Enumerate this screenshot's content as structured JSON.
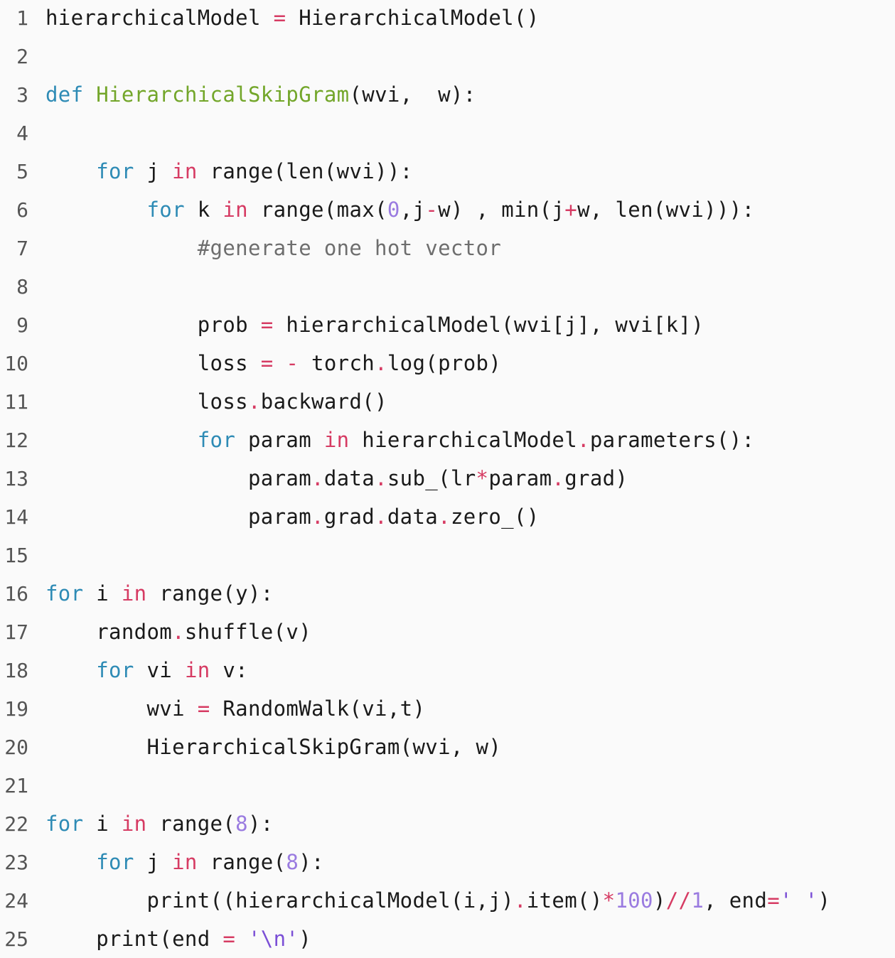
{
  "colors": {
    "background": "#fafafa",
    "line_number": "#555555",
    "text": "#1a1a1a",
    "keyword": "#2e8bb5",
    "operator": "#d63b63",
    "function_name": "#73a62a",
    "number": "#9a7be0",
    "string": "#7b4fd6",
    "comment": "#6e6e6e"
  },
  "lines": [
    {
      "n": "1",
      "tokens": [
        [
          "tx",
          "hierarchicalModel "
        ],
        [
          "op",
          "="
        ],
        [
          "tx",
          " HierarchicalModel()"
        ]
      ]
    },
    {
      "n": "2",
      "tokens": []
    },
    {
      "n": "3",
      "tokens": [
        [
          "kw",
          "def"
        ],
        [
          "tx",
          " "
        ],
        [
          "fn",
          "HierarchicalSkipGram"
        ],
        [
          "tx",
          "(wvi,  w):"
        ]
      ]
    },
    {
      "n": "4",
      "tokens": []
    },
    {
      "n": "5",
      "tokens": [
        [
          "tx",
          "    "
        ],
        [
          "kw",
          "for"
        ],
        [
          "tx",
          " j "
        ],
        [
          "op",
          "in"
        ],
        [
          "tx",
          " range(len(wvi)):"
        ]
      ]
    },
    {
      "n": "6",
      "tokens": [
        [
          "tx",
          "        "
        ],
        [
          "kw",
          "for"
        ],
        [
          "tx",
          " k "
        ],
        [
          "op",
          "in"
        ],
        [
          "tx",
          " range(max("
        ],
        [
          "num",
          "0"
        ],
        [
          "tx",
          ",j"
        ],
        [
          "op",
          "-"
        ],
        [
          "tx",
          "w) , min(j"
        ],
        [
          "op",
          "+"
        ],
        [
          "tx",
          "w, len(wvi))):"
        ]
      ]
    },
    {
      "n": "7",
      "tokens": [
        [
          "tx",
          "            "
        ],
        [
          "cm",
          "#generate one hot vector"
        ]
      ]
    },
    {
      "n": "8",
      "tokens": []
    },
    {
      "n": "9",
      "tokens": [
        [
          "tx",
          "            prob "
        ],
        [
          "op",
          "="
        ],
        [
          "tx",
          " hierarchicalModel(wvi[j], wvi[k])"
        ]
      ]
    },
    {
      "n": "10",
      "tokens": [
        [
          "tx",
          "            loss "
        ],
        [
          "op",
          "="
        ],
        [
          "tx",
          " "
        ],
        [
          "op",
          "-"
        ],
        [
          "tx",
          " torch"
        ],
        [
          "op",
          "."
        ],
        [
          "tx",
          "log(prob)"
        ]
      ]
    },
    {
      "n": "11",
      "tokens": [
        [
          "tx",
          "            loss"
        ],
        [
          "op",
          "."
        ],
        [
          "tx",
          "backward()"
        ]
      ]
    },
    {
      "n": "12",
      "tokens": [
        [
          "tx",
          "            "
        ],
        [
          "kw",
          "for"
        ],
        [
          "tx",
          " param "
        ],
        [
          "op",
          "in"
        ],
        [
          "tx",
          " hierarchicalModel"
        ],
        [
          "op",
          "."
        ],
        [
          "tx",
          "parameters():"
        ]
      ]
    },
    {
      "n": "13",
      "tokens": [
        [
          "tx",
          "                param"
        ],
        [
          "op",
          "."
        ],
        [
          "tx",
          "data"
        ],
        [
          "op",
          "."
        ],
        [
          "tx",
          "sub_(lr"
        ],
        [
          "op",
          "*"
        ],
        [
          "tx",
          "param"
        ],
        [
          "op",
          "."
        ],
        [
          "tx",
          "grad)"
        ]
      ]
    },
    {
      "n": "14",
      "tokens": [
        [
          "tx",
          "                param"
        ],
        [
          "op",
          "."
        ],
        [
          "tx",
          "grad"
        ],
        [
          "op",
          "."
        ],
        [
          "tx",
          "data"
        ],
        [
          "op",
          "."
        ],
        [
          "tx",
          "zero_()"
        ]
      ]
    },
    {
      "n": "15",
      "tokens": []
    },
    {
      "n": "16",
      "tokens": [
        [
          "kw",
          "for"
        ],
        [
          "tx",
          " i "
        ],
        [
          "op",
          "in"
        ],
        [
          "tx",
          " range(y):"
        ]
      ]
    },
    {
      "n": "17",
      "tokens": [
        [
          "tx",
          "    random"
        ],
        [
          "op",
          "."
        ],
        [
          "tx",
          "shuffle(v)"
        ]
      ]
    },
    {
      "n": "18",
      "tokens": [
        [
          "tx",
          "    "
        ],
        [
          "kw",
          "for"
        ],
        [
          "tx",
          " vi "
        ],
        [
          "op",
          "in"
        ],
        [
          "tx",
          " v:"
        ]
      ]
    },
    {
      "n": "19",
      "tokens": [
        [
          "tx",
          "        wvi "
        ],
        [
          "op",
          "="
        ],
        [
          "tx",
          " RandomWalk(vi,t)"
        ]
      ]
    },
    {
      "n": "20",
      "tokens": [
        [
          "tx",
          "        HierarchicalSkipGram(wvi, w)"
        ]
      ]
    },
    {
      "n": "21",
      "tokens": []
    },
    {
      "n": "22",
      "tokens": [
        [
          "kw",
          "for"
        ],
        [
          "tx",
          " i "
        ],
        [
          "op",
          "in"
        ],
        [
          "tx",
          " range("
        ],
        [
          "num",
          "8"
        ],
        [
          "tx",
          "):"
        ]
      ]
    },
    {
      "n": "23",
      "tokens": [
        [
          "tx",
          "    "
        ],
        [
          "kw",
          "for"
        ],
        [
          "tx",
          " j "
        ],
        [
          "op",
          "in"
        ],
        [
          "tx",
          " range("
        ],
        [
          "num",
          "8"
        ],
        [
          "tx",
          "):"
        ]
      ]
    },
    {
      "n": "24",
      "tokens": [
        [
          "tx",
          "        print((hierarchicalModel(i,j)"
        ],
        [
          "op",
          "."
        ],
        [
          "tx",
          "item()"
        ],
        [
          "op",
          "*"
        ],
        [
          "num",
          "100"
        ],
        [
          "tx",
          ")"
        ],
        [
          "op",
          "//"
        ],
        [
          "num",
          "1"
        ],
        [
          "tx",
          ", end"
        ],
        [
          "op",
          "="
        ],
        [
          "str",
          "' '"
        ],
        [
          "tx",
          ")"
        ]
      ]
    },
    {
      "n": "25",
      "tokens": [
        [
          "tx",
          "    print(end "
        ],
        [
          "op",
          "="
        ],
        [
          "tx",
          " "
        ],
        [
          "str",
          "'\\n'"
        ],
        [
          "tx",
          ")"
        ]
      ]
    }
  ]
}
